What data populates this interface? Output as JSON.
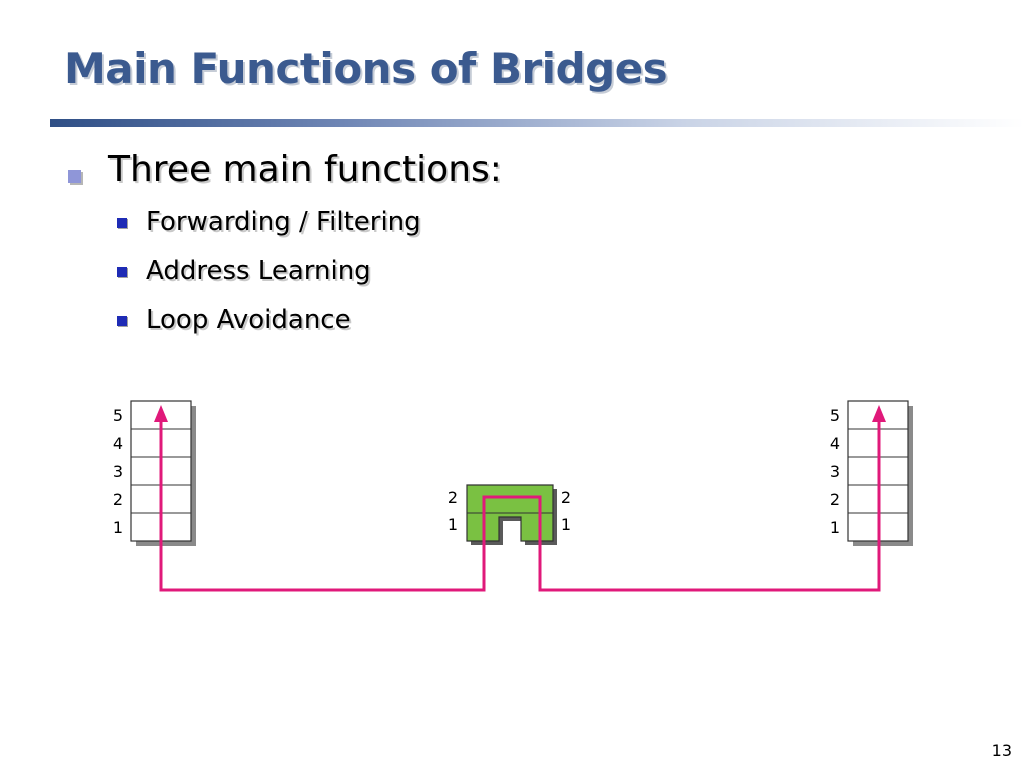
{
  "slide": {
    "title": "Main Functions of Bridges",
    "page_number": "13"
  },
  "bullets": {
    "main": "Three main functions:",
    "items": [
      "Forwarding / Filtering",
      "Address Learning",
      "Loop Avoidance"
    ]
  },
  "diagram": {
    "left_stack_layers": [
      "5",
      "4",
      "3",
      "2",
      "1"
    ],
    "right_stack_layers": [
      "5",
      "4",
      "3",
      "2",
      "1"
    ],
    "bridge_layers_left": [
      "2",
      "1"
    ],
    "bridge_layers_right": [
      "2",
      "1"
    ],
    "colors": {
      "path": "#e0197a",
      "bridge_fill": "#7ac142",
      "title": "#3b5a8f",
      "bullet_l1": "#8f96d8",
      "bullet_l2": "#1e2bb5"
    },
    "icons": [
      "upward-arrow-icon"
    ]
  }
}
